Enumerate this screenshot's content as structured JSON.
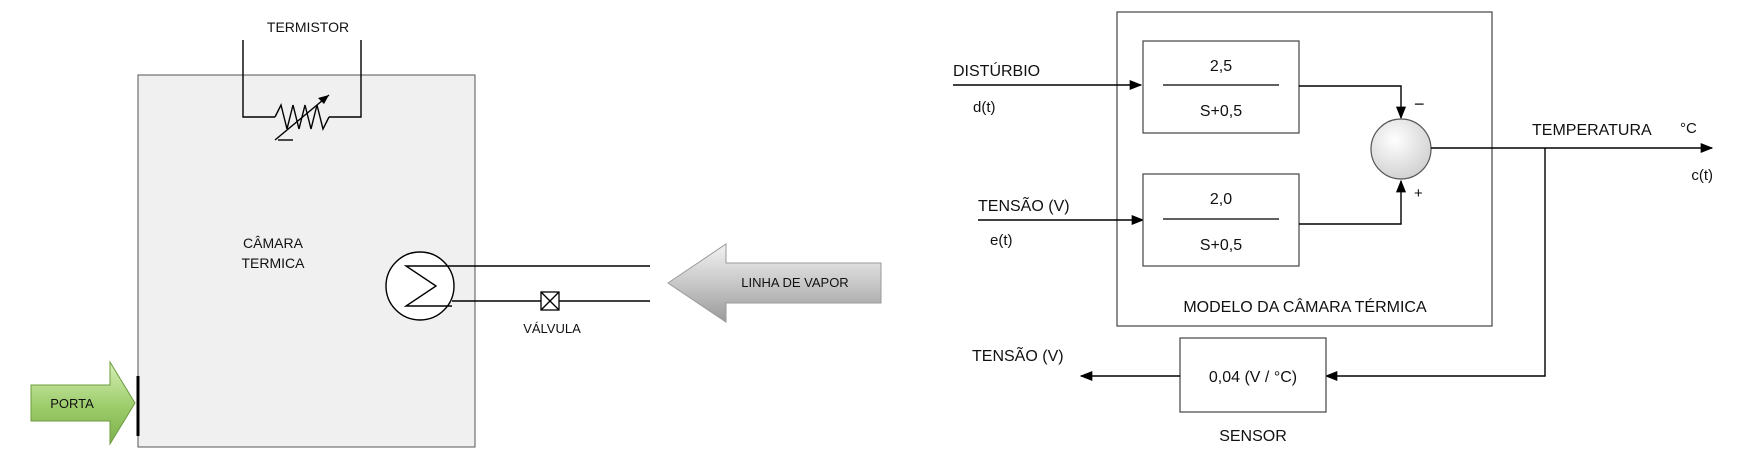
{
  "left": {
    "thermistor_label": "TERMISTOR",
    "chamber_label_line1": "CÂMARA",
    "chamber_label_line2": "TERMICA",
    "valve_label": "VÁLVULA",
    "steam_line_label": "LINHA DE VAPOR",
    "door_label": "PORTA",
    "colors": {
      "chamber_fill": "#f0f0f0",
      "door_arrow": "#9ccc6a",
      "steam_arrow": "#b9b9b9"
    }
  },
  "right": {
    "disturbance_label": "DISTÚRBIO",
    "disturbance_signal": "d(t)",
    "voltage_label": "TENSÃO (V)",
    "voltage_signal": "e(t)",
    "block1_num": "2,5",
    "block1_den": "S+0,5",
    "block2_num": "2,0",
    "block2_den": "S+0,5",
    "sum_minus": "−",
    "sum_plus": "+",
    "output_label": "TEMPERATURA",
    "output_unit": "°C",
    "output_signal": "c(t)",
    "model_label": "MODELO DA CÂMARA TÉRMICA",
    "sensor_gain": "0,04 (V / °C)",
    "sensor_label": "SENSOR",
    "sensor_output_label": "TENSÃO (V)"
  }
}
